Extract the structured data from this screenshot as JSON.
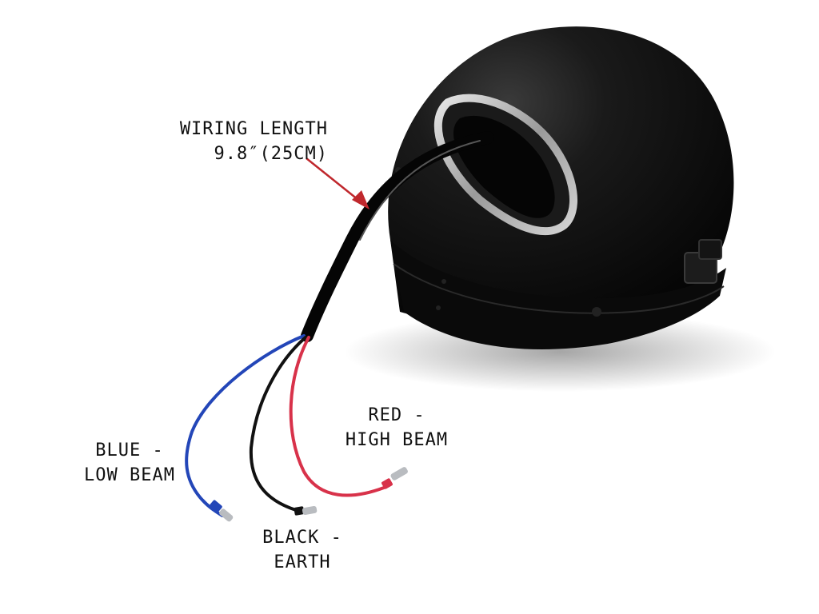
{
  "colors": {
    "background": "#ffffff",
    "housing": "#0d0d0d",
    "grommet": "#c8c8c8",
    "arrow": "#c0282d",
    "wire_blue": "#2346b8",
    "wire_black": "#111111",
    "wire_red": "#d8324a",
    "terminal": "#b9bcc0"
  },
  "labels": {
    "wiring": {
      "line1": "WIRING LENGTH",
      "line2": "9.8″(25CM)"
    },
    "red": {
      "line1": "RED -",
      "line2": "HIGH BEAM"
    },
    "blue": {
      "line1": "BLUE -",
      "line2": "LOW BEAM"
    },
    "black": {
      "line1": "BLACK -",
      "line2": "EARTH"
    }
  }
}
